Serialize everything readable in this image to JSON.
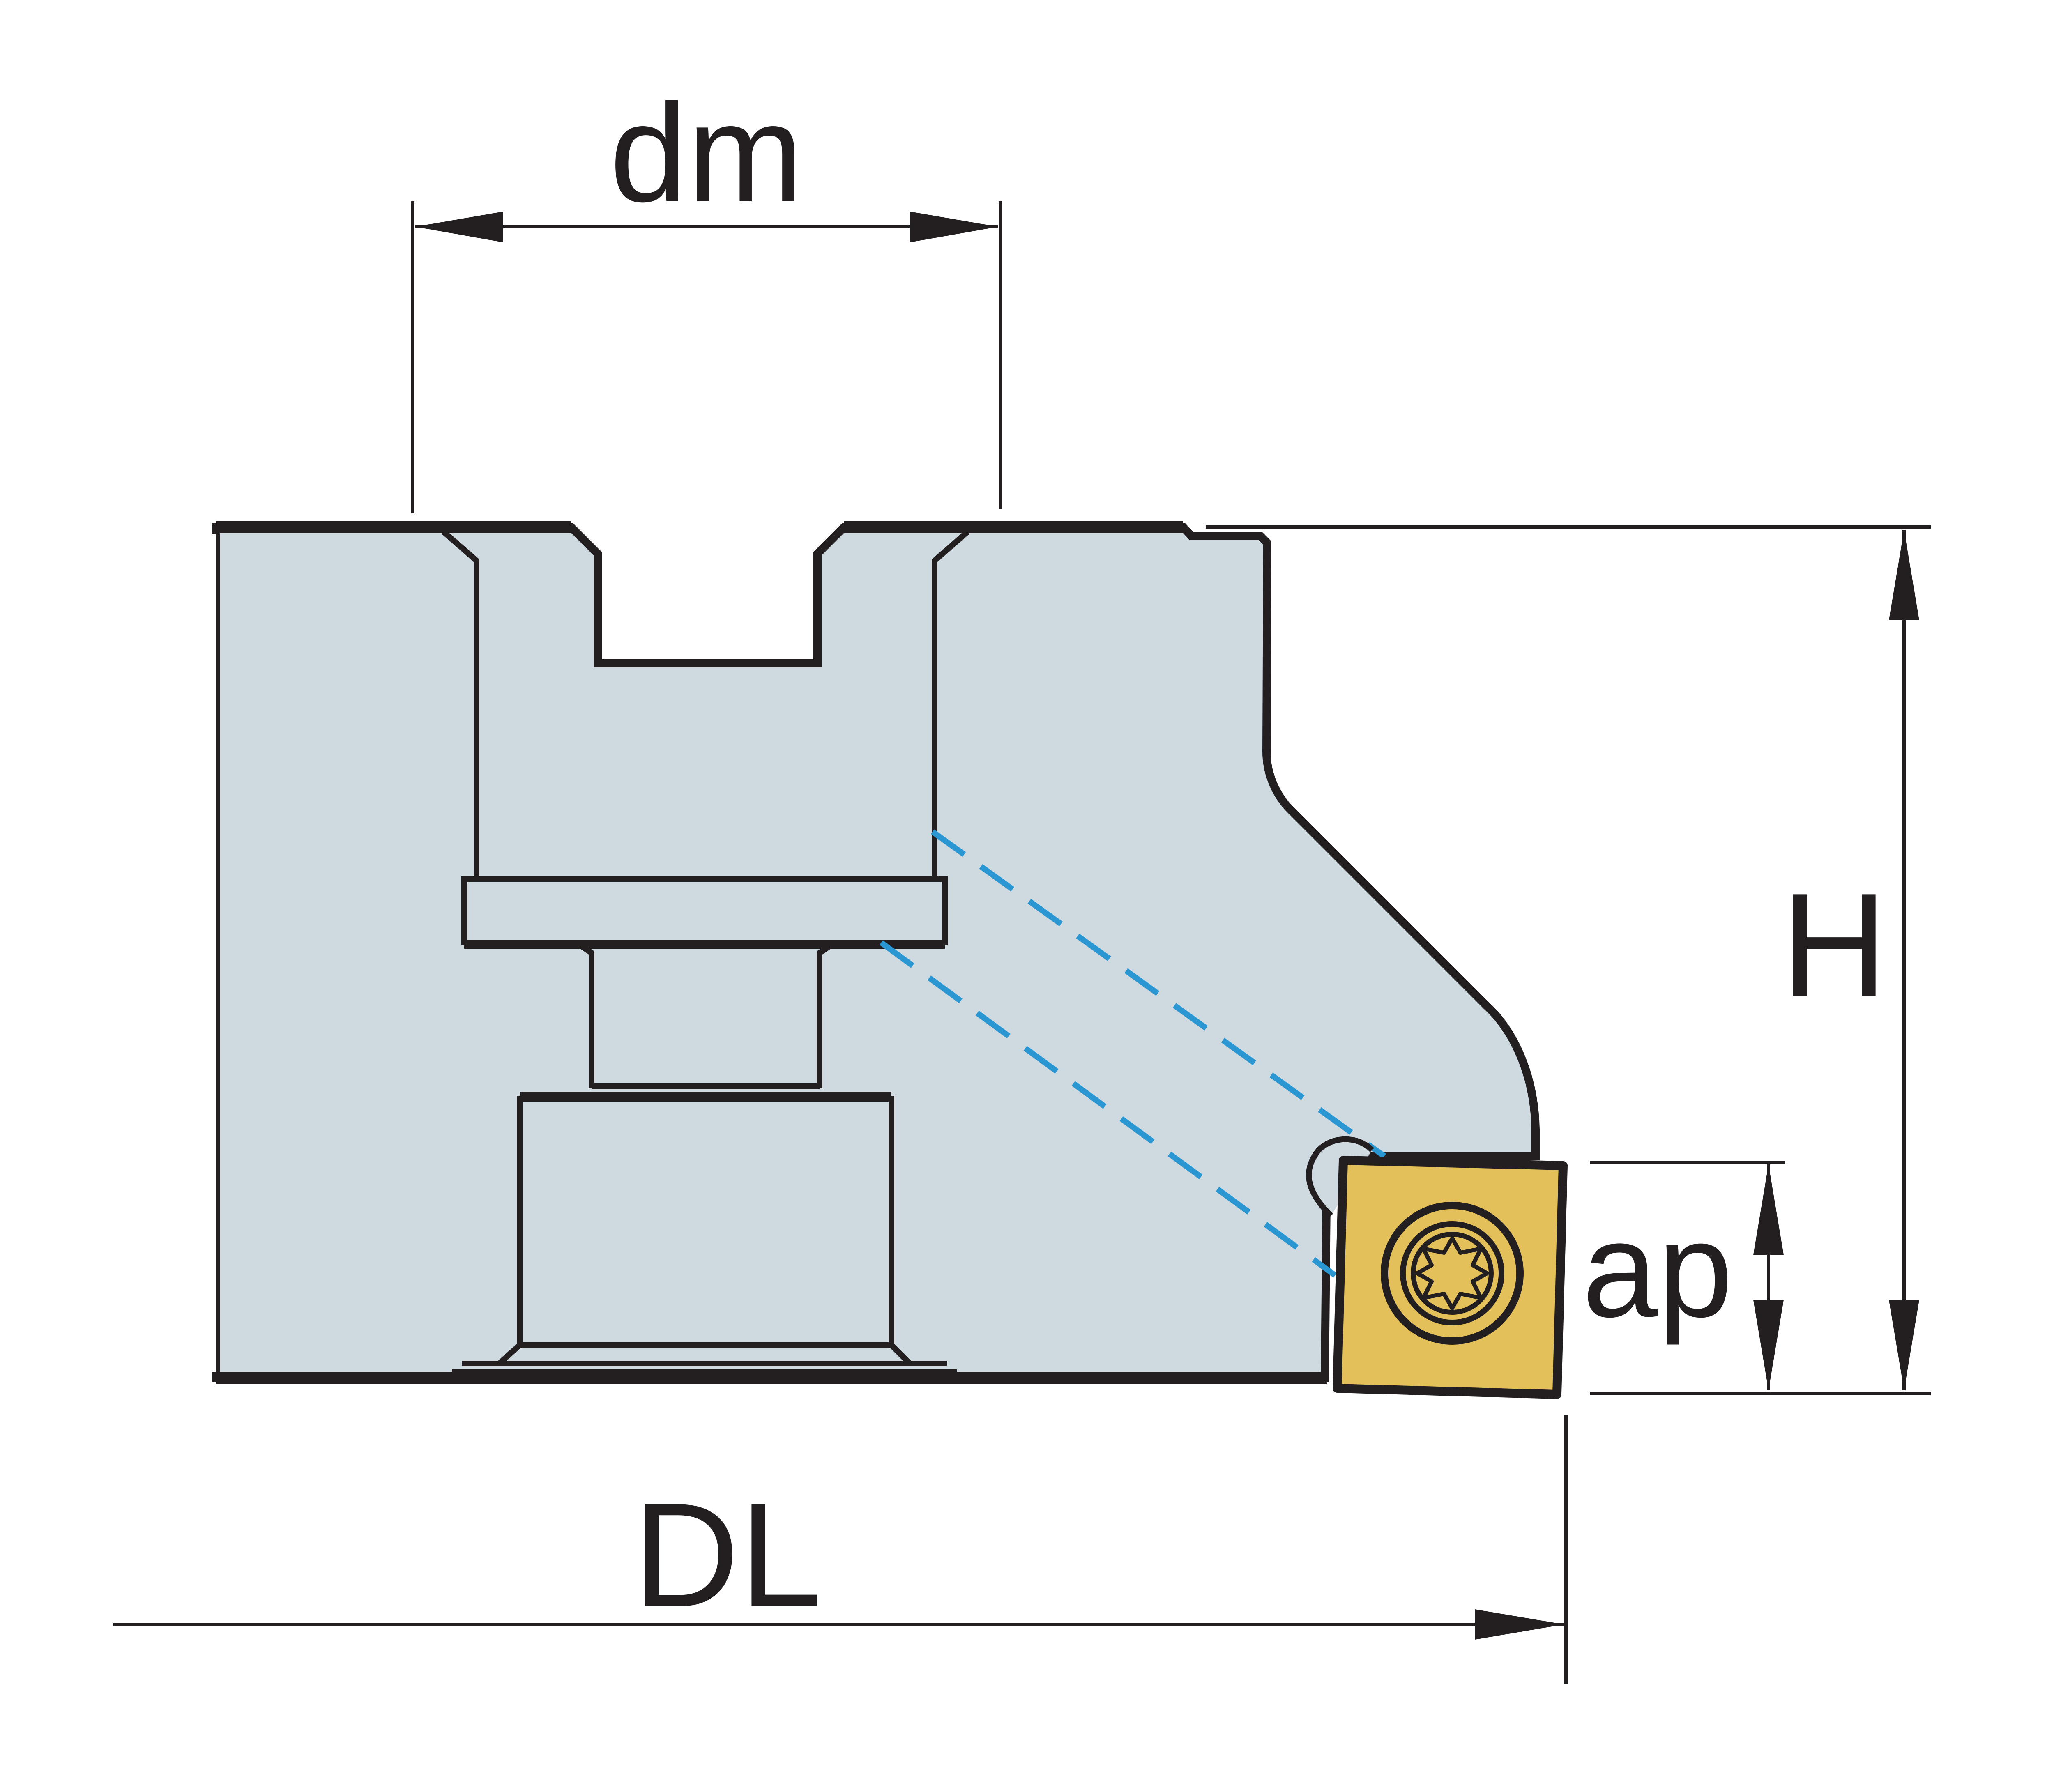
{
  "labels": {
    "dm": "dm",
    "H": "H",
    "ap": "ap",
    "DL": "DL"
  },
  "colors": {
    "line": "#231f20",
    "body_fill": "#cfd9e0",
    "insert_fill": "#e3c05a",
    "coolant_dash": "#2a96d2",
    "background": "#ffffff"
  },
  "icons": {
    "screw": "torx-screw-icon",
    "insert": "square-insert-icon"
  }
}
